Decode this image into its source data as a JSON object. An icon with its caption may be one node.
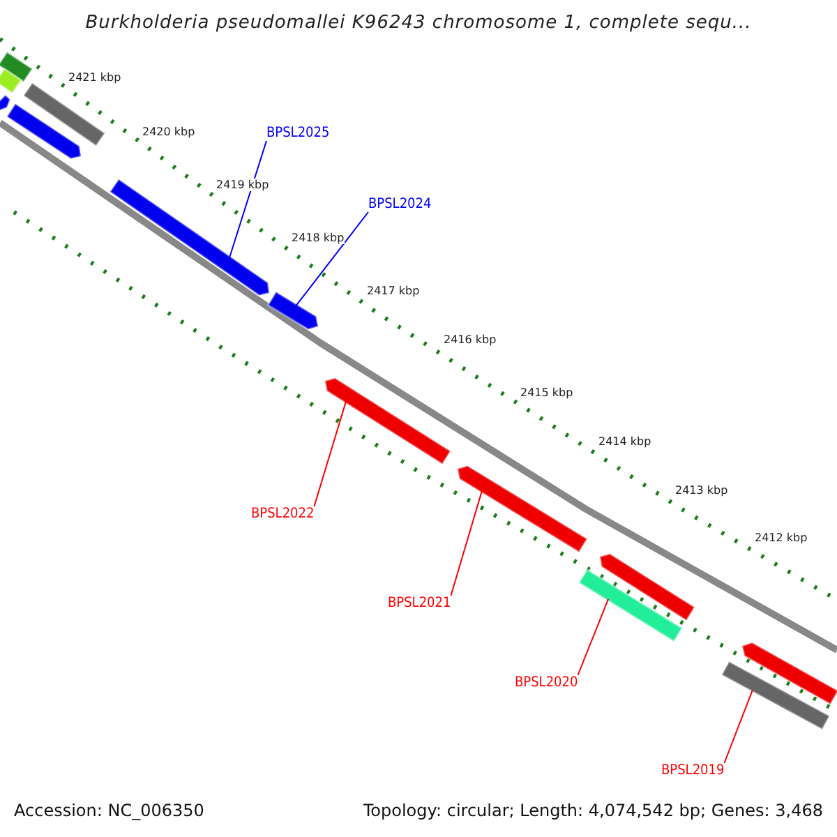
{
  "diagram": {
    "title": "Burkholderia pseudomallei K96243 chromosome 1, complete sequ...",
    "nodes": [
      {
        "text": [],
        "shape": "bar"
      },
      {
        "text": [],
        "shape": "bar"
      },
      {
        "text": [],
        "shape": "bar"
      },
      {
        "text": [],
        "shape": "bar"
      },
      {
        "text": [],
        "shape": "bar"
      },
      {
        "text": [],
        "shape": "bar"
      },
      {
        "text": [],
        "shape": "bar"
      },
      {
        "text": [],
        "shape": "bar"
      },
      {
        "text": [],
        "shape": "bar"
      },
      {
        "text": [],
        "shape": "bar"
      },
      {
        "text": [],
        "shape": "bar"
      },
      {
        "text": [],
        "shape": "bar"
      },
      {
        "text": [],
        "shape": "bar"
      },
      {
        "text": [
          "BPSL2025"
        ]
      },
      {
        "text": [
          "BPSL2024"
        ]
      },
      {
        "text": [
          "BPSL2022"
        ]
      },
      {
        "text": [
          "BPSL2021"
        ]
      },
      {
        "text": [
          "BPSL2020"
        ]
      },
      {
        "text": [
          "BPSL2019"
        ]
      }
    ],
    "edges": [
      {
        "from": 13,
        "to": 5,
        "arrow": "none",
        "color": "#0000ff"
      },
      {
        "from": 14,
        "to": 6,
        "arrow": "none",
        "color": "#0000ff"
      },
      {
        "from": 15,
        "to": 7,
        "arrow": "none"
      },
      {
        "from": 16,
        "to": 8,
        "arrow": "none"
      },
      {
        "from": 17,
        "to": 10,
        "arrow": "none"
      },
      {
        "from": 18,
        "to": 12,
        "arrow": "none"
      }
    ],
    "labels": [
      "2421 kbp",
      "2420 kbp",
      "2419 kbp",
      "2418 kbp",
      "2417 kbp",
      "2416 kbp",
      "2415 kbp",
      "2414 kbp",
      "2413 kbp",
      "2412 kbp",
      "Accession: NC_006350",
      "Topology: circular; Length: 4,074,542 bp; Genes: 3,468"
    ]
  }
}
